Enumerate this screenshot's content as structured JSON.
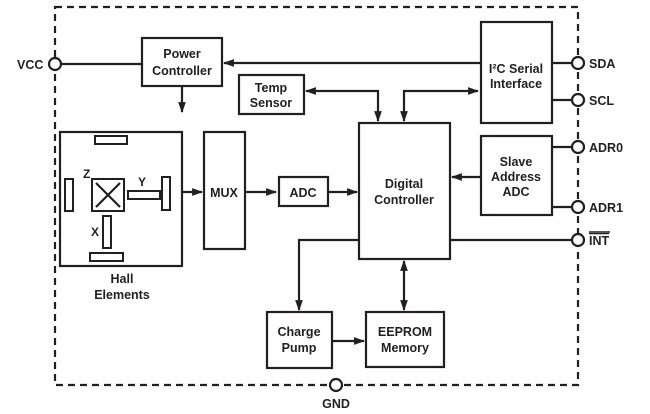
{
  "diagram": {
    "title": "",
    "blocks": {
      "power_controller": [
        "Power",
        "Controller"
      ],
      "temp_sensor": [
        "Temp",
        "Sensor"
      ],
      "i2c_interface": [
        "I²C Serial",
        "Interface"
      ],
      "mux": "MUX",
      "adc": "ADC",
      "digital_controller": [
        "Digital",
        "Controller"
      ],
      "slave_address_adc": [
        "Slave",
        "Address",
        "ADC"
      ],
      "charge_pump": [
        "Charge",
        "Pump"
      ],
      "eeprom": [
        "EEPROM",
        "Memory"
      ],
      "hall_elements": [
        "Hall",
        "Elements"
      ]
    },
    "hall_axes": {
      "x": "X",
      "y": "Y",
      "z": "Z"
    },
    "pins": {
      "vcc": "VCC",
      "sda": "SDA",
      "scl": "SCL",
      "adr0": "ADR0",
      "adr1": "ADR1",
      "int": "INT",
      "gnd": "GND"
    },
    "connections": [
      {
        "from": "VCC",
        "to": "Power Controller"
      },
      {
        "from": "I²C Serial Interface",
        "to": "Power Controller"
      },
      {
        "from": "Power Controller",
        "to": "Hall Elements"
      },
      {
        "from": "Digital Controller",
        "to": "Temp Sensor",
        "bidirectional": true
      },
      {
        "from": "Temp Sensor",
        "to": "Digital Controller"
      },
      {
        "from": "Digital Controller",
        "to": "I²C Serial Interface",
        "bidirectional": true
      },
      {
        "from": "I²C Serial Interface",
        "to": "SDA"
      },
      {
        "from": "I²C Serial Interface",
        "to": "SCL"
      },
      {
        "from": "Hall Elements",
        "to": "MUX"
      },
      {
        "from": "MUX",
        "to": "ADC"
      },
      {
        "from": "ADC",
        "to": "Digital Controller"
      },
      {
        "from": "Slave Address ADC",
        "to": "Digital Controller"
      },
      {
        "from": "ADR0",
        "to": "Slave Address ADC"
      },
      {
        "from": "ADR1",
        "to": "Slave Address ADC"
      },
      {
        "from": "Digital Controller",
        "to": "INT"
      },
      {
        "from": "Digital Controller",
        "to": "Charge Pump"
      },
      {
        "from": "Digital Controller",
        "to": "EEPROM Memory",
        "bidirectional": true
      },
      {
        "from": "Charge Pump",
        "to": "EEPROM Memory"
      }
    ]
  }
}
